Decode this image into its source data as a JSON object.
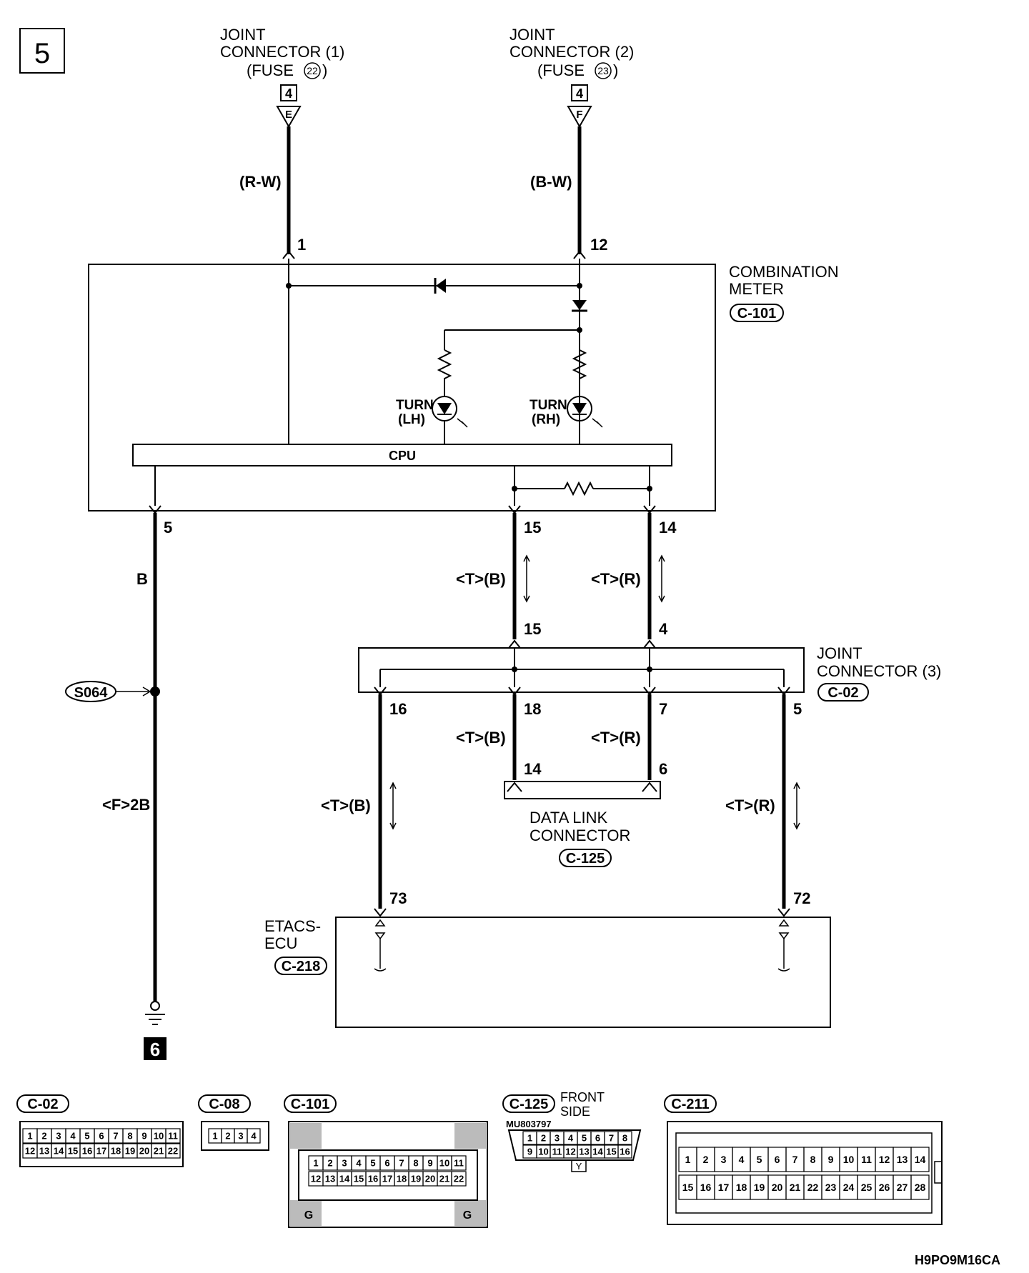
{
  "page_number": "5",
  "page_number_ground": "6",
  "diagram_code": "H9PO9M16CA",
  "joint_connector_1": {
    "line1": "JOINT",
    "line2": "CONNECTOR (1)",
    "line3": "(FUSE",
    "fuse_no": "22",
    "line3_end": ")",
    "ref": "4",
    "pin": "E",
    "wire": "(R-W)",
    "cpu_pin": "1"
  },
  "joint_connector_2": {
    "line1": "JOINT",
    "line2": "CONNECTOR (2)",
    "line3": "(FUSE",
    "fuse_no": "23",
    "line3_end": ")",
    "ref": "4",
    "pin": "F",
    "wire": "(B-W)",
    "cpu_pin": "12"
  },
  "combination_meter": {
    "line1": "COMBINATION",
    "line2": "METER",
    "code": "C-101",
    "cpu": "CPU",
    "turn_lh_1": "TURN",
    "turn_lh_2": "(LH)",
    "turn_rh_1": "TURN",
    "turn_rh_2": "(RH)",
    "pin_5": "5",
    "pin_15": "15",
    "pin_14": "14"
  },
  "wires": {
    "ground_wire": "B",
    "ground_wire_2": "<F>2B",
    "splice": "S064",
    "t_b_1": "<T>(B)",
    "t_r_1": "<T>(R)",
    "t_b_2": "<T>(B)",
    "t_r_2": "<T>(R)",
    "t_b_3": "<T>(B)",
    "t_r_3": "<T>(R)"
  },
  "joint_connector_3": {
    "line1": "JOINT",
    "line2": "CONNECTOR (3)",
    "code": "C-02",
    "pin_in_15": "15",
    "pin_in_4": "4",
    "pin_16": "16",
    "pin_18": "18",
    "pin_7": "7",
    "pin_5": "5"
  },
  "data_link_connector": {
    "line1": "DATA LINK",
    "line2": "CONNECTOR",
    "code": "C-125",
    "pin_14": "14",
    "pin_6": "6"
  },
  "etacs": {
    "line1": "ETACS-",
    "line2": "ECU",
    "code": "C-218",
    "pin_73": "73",
    "pin_72": "72"
  },
  "connector_views": {
    "c02": {
      "code": "C-02",
      "row1": [
        "1",
        "2",
        "3",
        "4",
        "5",
        "6",
        "7",
        "8",
        "9",
        "10",
        "11"
      ],
      "row2": [
        "12",
        "13",
        "14",
        "15",
        "16",
        "17",
        "18",
        "19",
        "20",
        "21",
        "22"
      ]
    },
    "c08": {
      "code": "C-08",
      "row1": [
        "1",
        "2",
        "3",
        "4"
      ]
    },
    "c101": {
      "code": "C-101",
      "row1": [
        "1",
        "2",
        "3",
        "4",
        "5",
        "6",
        "7",
        "8",
        "9",
        "10",
        "11"
      ],
      "row2": [
        "12",
        "13",
        "14",
        "15",
        "16",
        "17",
        "18",
        "19",
        "20",
        "21",
        "22"
      ],
      "g": "G"
    },
    "c125": {
      "code": "C-125",
      "side1": "FRONT",
      "side2": "SIDE",
      "part": "MU803797",
      "row1": [
        "1",
        "2",
        "3",
        "4",
        "5",
        "6",
        "7",
        "8"
      ],
      "row2": [
        "9",
        "10",
        "11",
        "12",
        "13",
        "14",
        "15",
        "16"
      ],
      "key": "Y"
    },
    "c211": {
      "code": "C-211",
      "row1": [
        "1",
        "2",
        "3",
        "4",
        "5",
        "6",
        "7",
        "8",
        "9",
        "10",
        "11",
        "12",
        "13",
        "14"
      ],
      "row2": [
        "15",
        "16",
        "17",
        "18",
        "19",
        "20",
        "21",
        "22",
        "23",
        "24",
        "25",
        "26",
        "27",
        "28"
      ]
    }
  }
}
